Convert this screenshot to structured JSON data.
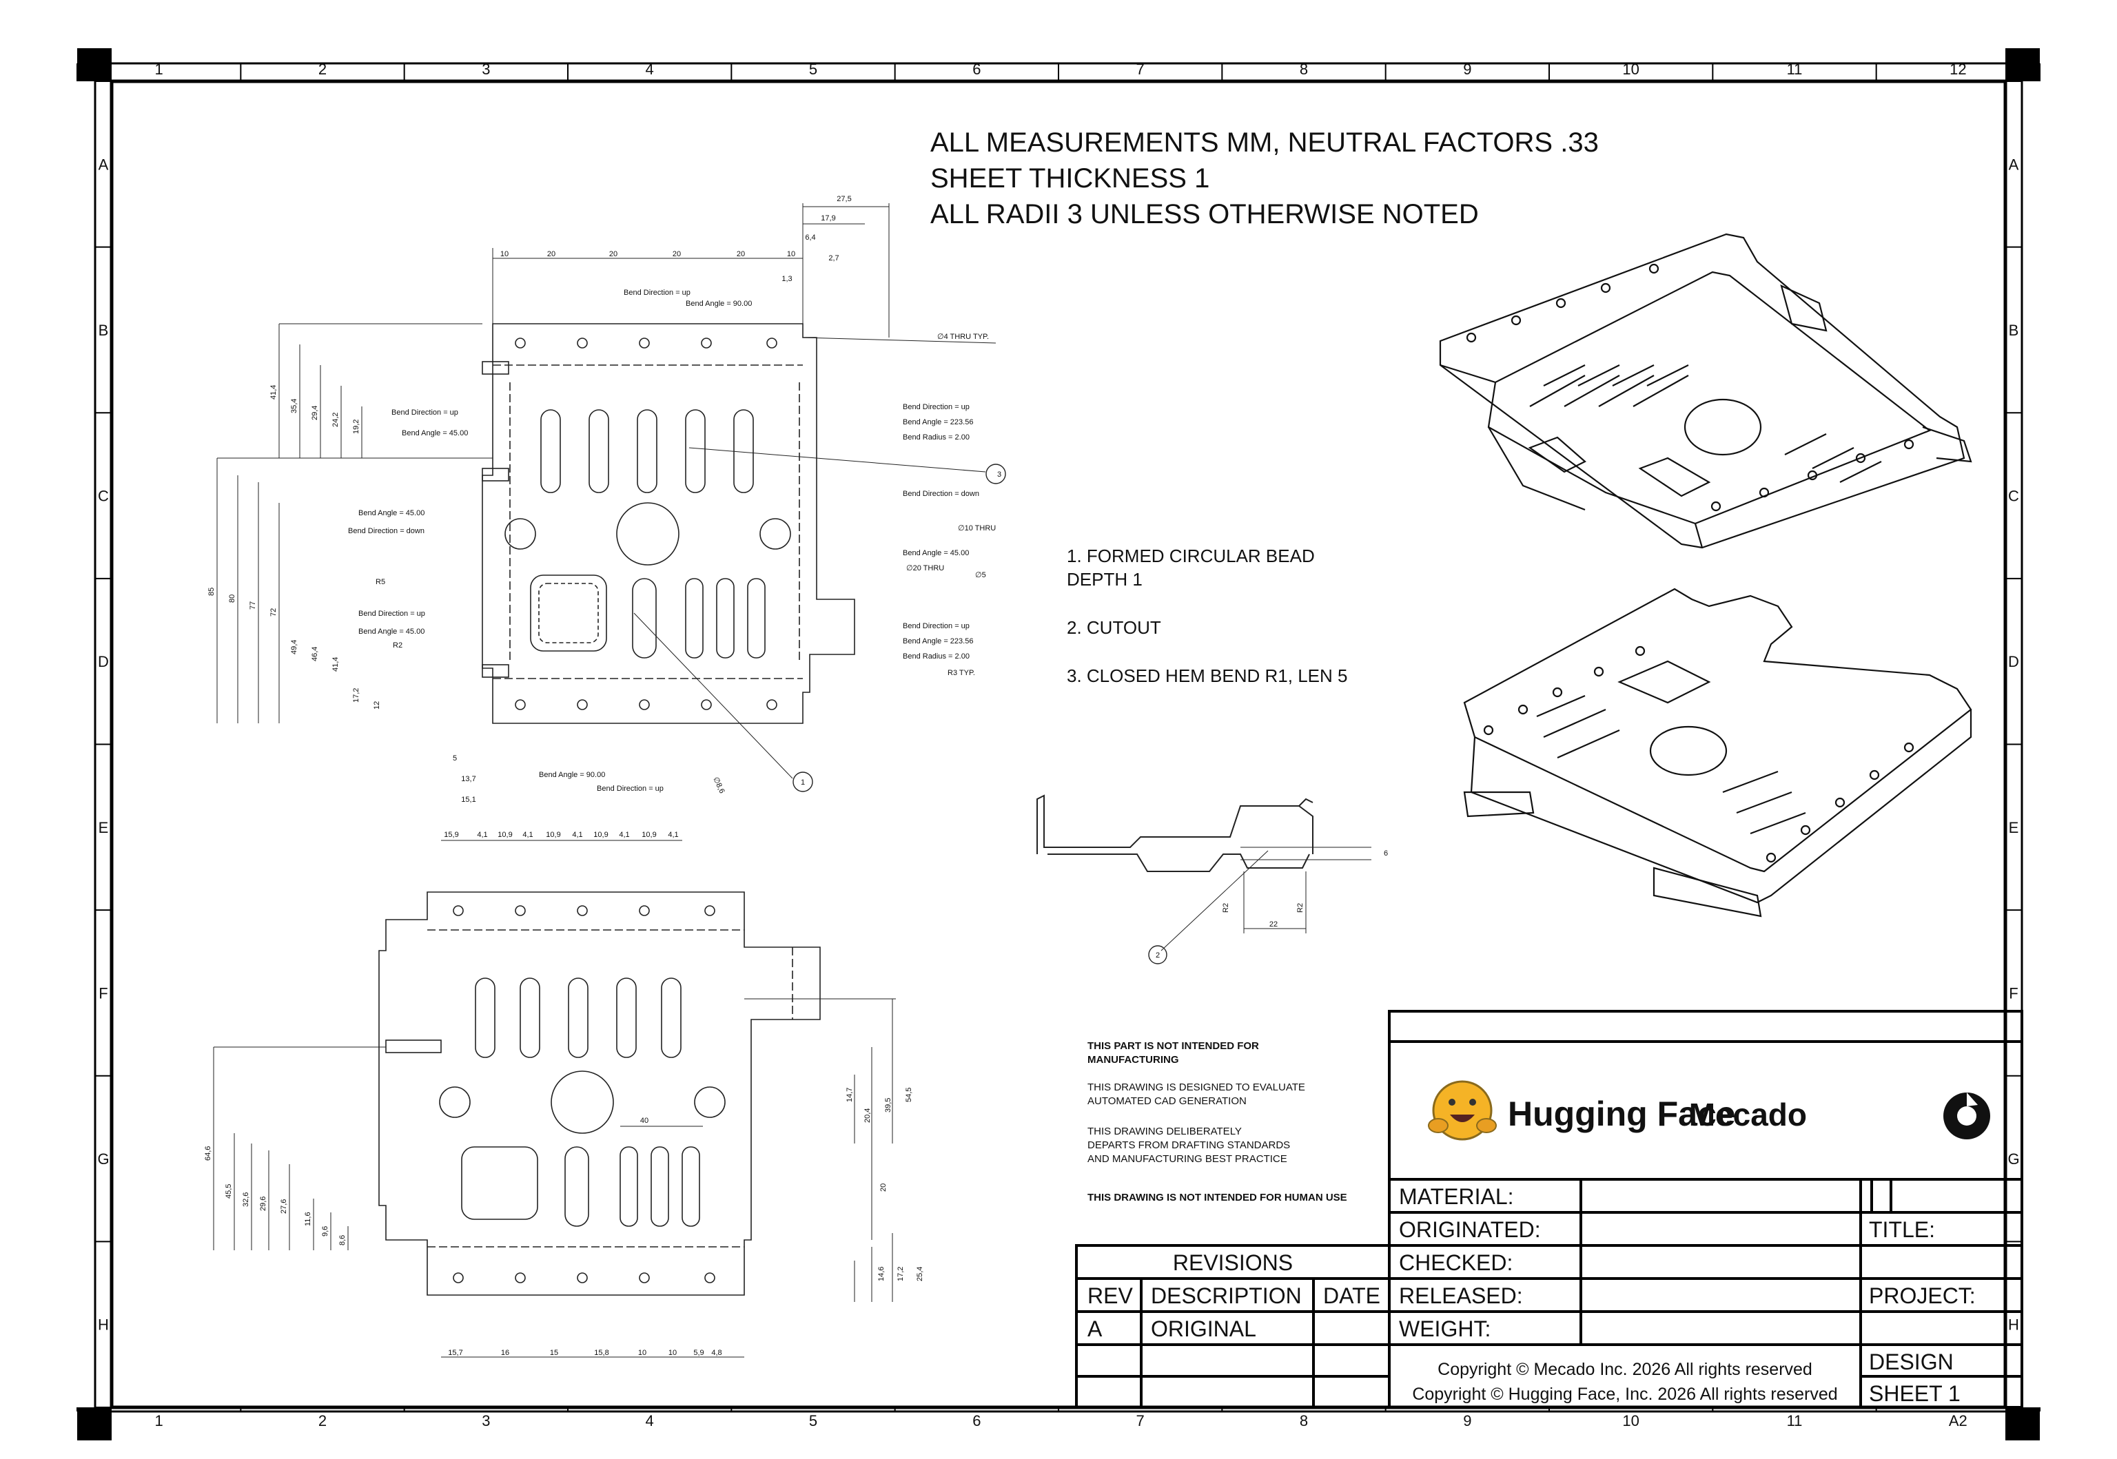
{
  "sheet": {
    "columns": [
      "1",
      "2",
      "3",
      "4",
      "5",
      "6",
      "7",
      "8",
      "9",
      "10",
      "11",
      "12"
    ],
    "rows": [
      "A",
      "B",
      "C",
      "D",
      "E",
      "F",
      "G",
      "H"
    ],
    "bottom_right_cell": "A2"
  },
  "header_notes": [
    "ALL MEASUREMENTS MM, NEUTRAL FACTORS .33",
    "SHEET THICKNESS 1",
    "ALL RADII 3 UNLESS OTHERWISE NOTED"
  ],
  "numbered_notes": {
    "n1_line1": "1. FORMED CIRCULAR BEAD",
    "n1_line2": "DEPTH 1",
    "n2": "2. CUTOUT",
    "n3": "3. CLOSED HEM BEND R1, LEN 5"
  },
  "disclaimers": {
    "d1_line1": "THIS PART IS NOT INTENDED FOR",
    "d1_line2": "MANUFACTURING",
    "d2_line1": "THIS DRAWING IS DESIGNED TO EVALUATE",
    "d2_line2": "AUTOMATED CAD GENERATION",
    "d3_line1": "THIS DRAWING DELIBERATELY",
    "d3_line2": "DEPARTS FROM DRAFTING STANDARDS",
    "d3_line3": "AND MANUFACTURING BEST PRACTICE",
    "d4": "THIS DRAWING IS NOT INTENDED FOR HUMAN USE"
  },
  "title_block": {
    "brand_left": "Hugging Face",
    "brand_right": "Mecado",
    "material": "MATERIAL:",
    "originated": "ORIGINATED:",
    "checked": "CHECKED:",
    "released": "RELEASED:",
    "weight": "WEIGHT:",
    "title": "TITLE:",
    "project": "PROJECT:",
    "design": "DESIGN",
    "sheet_no": "SHEET 1",
    "copyright1": "Copyright © Mecado Inc. 2026 All rights reserved",
    "copyright2": "Copyright © Hugging Face, Inc. 2026 All rights reserved"
  },
  "revisions": {
    "heading": "REVISIONS",
    "col_rev": "REV",
    "col_desc": "DESCRIPTION",
    "col_date": "DATE",
    "rows": [
      {
        "rev": "A",
        "description": "ORIGINAL",
        "date": ""
      }
    ]
  },
  "top_view": {
    "top_dims": [
      "10",
      "20",
      "20",
      "20",
      "20",
      "10"
    ],
    "right_top_dims": [
      "27,5",
      "17,9",
      "6,4",
      "2,7",
      "1,3"
    ],
    "left_dims": [
      "41,4",
      "35,4",
      "29,4",
      "24,2",
      "19,2"
    ],
    "left_dims2": [
      "85",
      "80",
      "77",
      "72",
      "49,4",
      "46,4",
      "41,4",
      "17,2",
      "12"
    ],
    "bottom_dims": [
      "5",
      "13,7",
      "15,1"
    ],
    "callouts": {
      "bend_dir_up": "Bend Direction = up",
      "bend_dir_down": "Bend Direction = down",
      "bend_angle_90": "Bend Angle = 90.00",
      "bend_angle_45": "Bend Angle = 45.00",
      "bend_angle_223": "Bend Angle = 223.56",
      "bend_radius_2": "Bend Radius = 2.00",
      "hole4": "∅4  THRU TYP.",
      "hole10": "∅10  THRU",
      "hole20": "∅20  THRU",
      "hole5": "∅5",
      "r3": "R3  TYP.",
      "r5": "R5",
      "r2": "R2",
      "d86": "∅8,6"
    },
    "balloons": [
      "1",
      "2",
      "3"
    ]
  },
  "bottom_view": {
    "top_dims": [
      "15,9",
      "4,1",
      "10,9",
      "4,1",
      "10,9",
      "4,1",
      "10,9",
      "4,1",
      "10,9",
      "4,1"
    ],
    "bottom_dims": [
      "15,7",
      "16",
      "15",
      "15,8",
      "10",
      "10",
      "5,9",
      "4,8"
    ],
    "left_dims": [
      "64,6",
      "45,5",
      "32,6",
      "29,6",
      "27,6",
      "11,6",
      "9,6",
      "8,6"
    ],
    "right_dims": [
      "14,7",
      "20,4",
      "39,5",
      "54,5",
      "20",
      "14,6",
      "17,2",
      "25,4"
    ],
    "mid_dim": "40"
  },
  "section_view": {
    "dims": [
      "6",
      "22",
      "R2",
      "R2"
    ]
  }
}
